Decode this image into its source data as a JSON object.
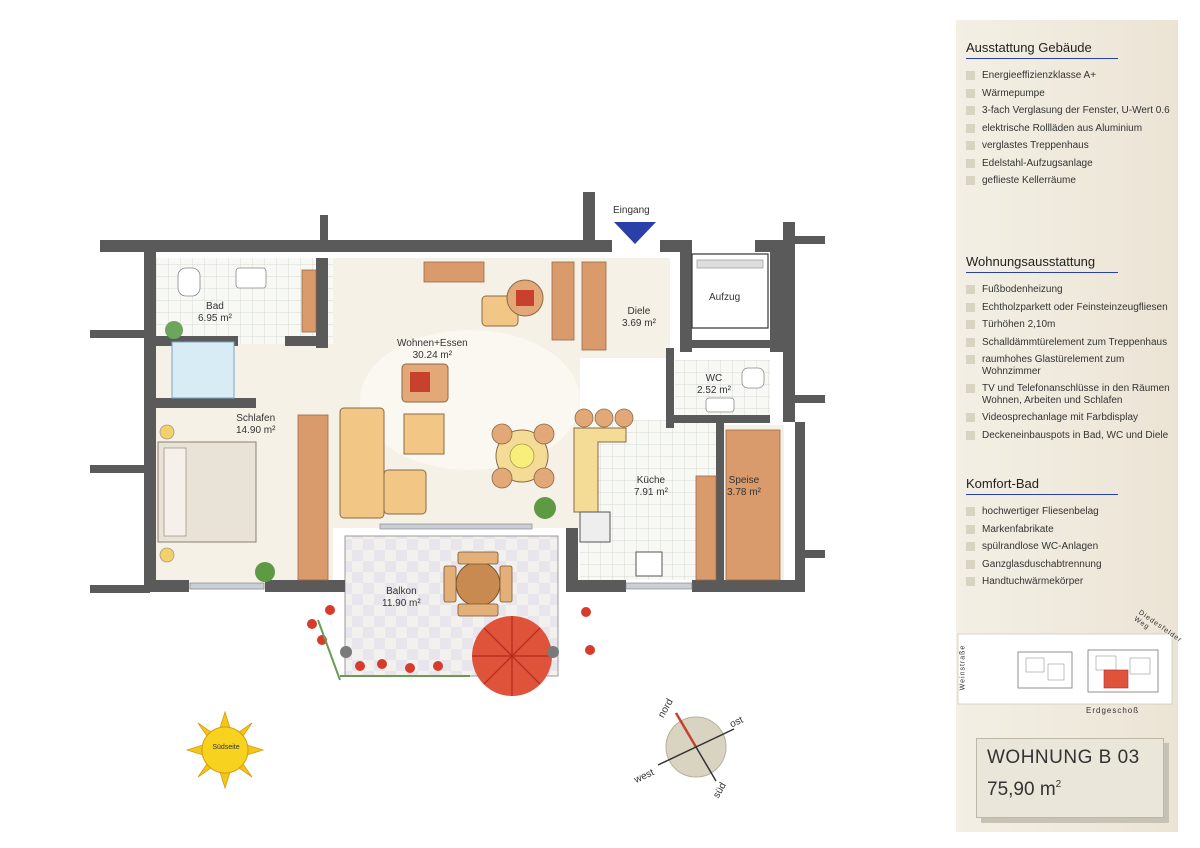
{
  "plan": {
    "entrance": "Eingang",
    "rooms": [
      {
        "id": "bad",
        "name": "Bad",
        "area": "6.95 m²"
      },
      {
        "id": "wohnen",
        "name": "Wohnen+Essen",
        "area": "30.24 m²"
      },
      {
        "id": "diele",
        "name": "Diele",
        "area": "3.69 m²"
      },
      {
        "id": "aufzug",
        "name": "Aufzug",
        "area": ""
      },
      {
        "id": "wc",
        "name": "WC",
        "area": "2.52 m²"
      },
      {
        "id": "schlafen",
        "name": "Schlafen",
        "area": "14.90 m²"
      },
      {
        "id": "kueche",
        "name": "Küche",
        "area": "7.91 m²"
      },
      {
        "id": "speise",
        "name": "Speise",
        "area": "3.78 m²"
      },
      {
        "id": "balkon",
        "name": "Balkon",
        "area": "11.90 m²"
      }
    ]
  },
  "sun_label": "Südseite",
  "compass": {
    "north": "nord",
    "east": "ost",
    "south": "süd",
    "west": "west"
  },
  "sections": [
    {
      "title": "Ausstattung Gebäude",
      "items": [
        "Energieeffizienzklasse A+",
        "Wärmepumpe",
        "3-fach Verglasung der Fenster, U-Wert 0.6",
        "elektrische Rollläden aus Aluminium",
        "verglastes Treppenhaus",
        "Edelstahl-Aufzugsanlage",
        "geflieste Kellerräume"
      ]
    },
    {
      "title": "Wohnungsausstattung",
      "items": [
        "Fußbodenheizung",
        "Echtholzparkett oder Feinsteinzeugfliesen",
        "Türhöhen 2,10m",
        "Schalldämmtürelement zum Treppenhaus",
        "raumhohes Glastürelement zum Wohnzimmer",
        "TV und Telefonanschlüsse in den Räumen Wohnen, Arbeiten und Schlafen",
        "Videosprechanlage mit Farbdisplay",
        "Deckeneinbauspots in Bad, WC und Diele"
      ]
    },
    {
      "title": "Komfort-Bad",
      "items": [
        "hochwertiger Fliesenbelag",
        "Markenfabrikate",
        "spülrandlose WC-Anlagen",
        "Ganzglasduschabtrennung",
        "Handtuchwärmekörper"
      ]
    }
  ],
  "site_map": {
    "street_left": "Weinstraße",
    "street_right": "Diedesfelder Weg",
    "floor": "Erdgeschoß"
  },
  "apartment": {
    "title": "WOHNUNG  B 03",
    "area_value": "75,90 m",
    "area_sup": "2"
  },
  "colors": {
    "wall": "#5a5a5a",
    "floor": "#f6f1e6",
    "wood": "#d99a6c",
    "accent": "#2a3fa8",
    "highlight": "#e0533b"
  }
}
